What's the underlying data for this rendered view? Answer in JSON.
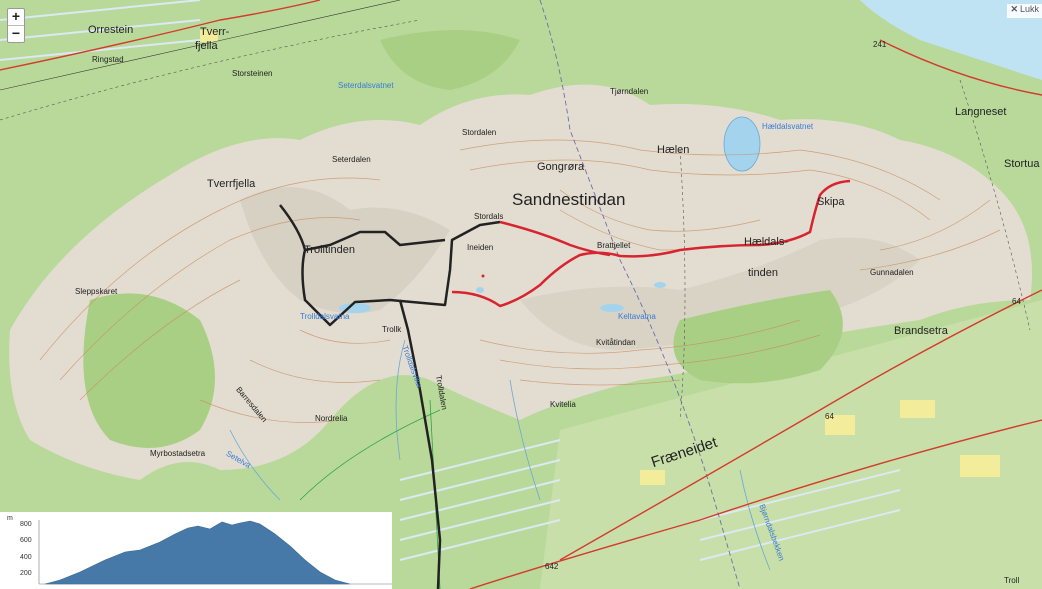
{
  "controls": {
    "zoom_in": "+",
    "zoom_out": "−",
    "close_icon": "✕",
    "close_label": "Lukk"
  },
  "labels": {
    "orrestein": "Orrestein",
    "tverrfjella_top1": "Tverr-",
    "tverrfjella_top2": "fjella",
    "ringstad": "Ringstad",
    "storsteinen": "Storsteinen",
    "seterdalsvatnet": "Seterdalsvatnet",
    "tjorndalen": "Tjørndalen",
    "haeldalsvatnet": "Hældalsvatnet",
    "langneset": "Langneset",
    "stordalen": "Stordalen",
    "seterdalen": "Seterdalen",
    "gongrora": "Gongrøra",
    "haelen": "Hælen",
    "stortua": "Stortua",
    "tverrfjella": "Tverrfjella",
    "sandnestindan": "Sandnestindan",
    "stordals": "Stordals",
    "skipa": "Skipa",
    "trolltinden": "Trolltinden",
    "ineiden": "Ineiden",
    "bratfjellet": "Brattjellet",
    "haeldals": "Hældals-",
    "tinden": "tinden",
    "gunnadalen": "Gunnadalen",
    "slepskaret": "Sleppskaret",
    "trolldalsvatna": "Trolldalsvatna",
    "trollk": "Trollk",
    "keltavatna": "Keltavatna",
    "brandsetra": "Brandsetra",
    "kvitatindan": "Kvitåtindan",
    "trolldalsvika": "Trolldalsvika",
    "trolldalen": "Trolldalen",
    "kvitelia": "Kvitelia",
    "nordrelia": "Nordrelia",
    "barresdalen": "Barresdalen",
    "myrbostadsetra": "Myrbostadsetra",
    "setelva": "Setelva",
    "fraeneidet": "Fræneidet",
    "bjorndalsbekken": "Bjørndalsbekken",
    "troll_bottom": "Troll",
    "road_64": "64",
    "road_241": "241",
    "road_642": "642"
  },
  "profile": {
    "unit": "m",
    "yticks": [
      "800",
      "600",
      "400",
      "200"
    ],
    "max_elevation": 860
  }
}
